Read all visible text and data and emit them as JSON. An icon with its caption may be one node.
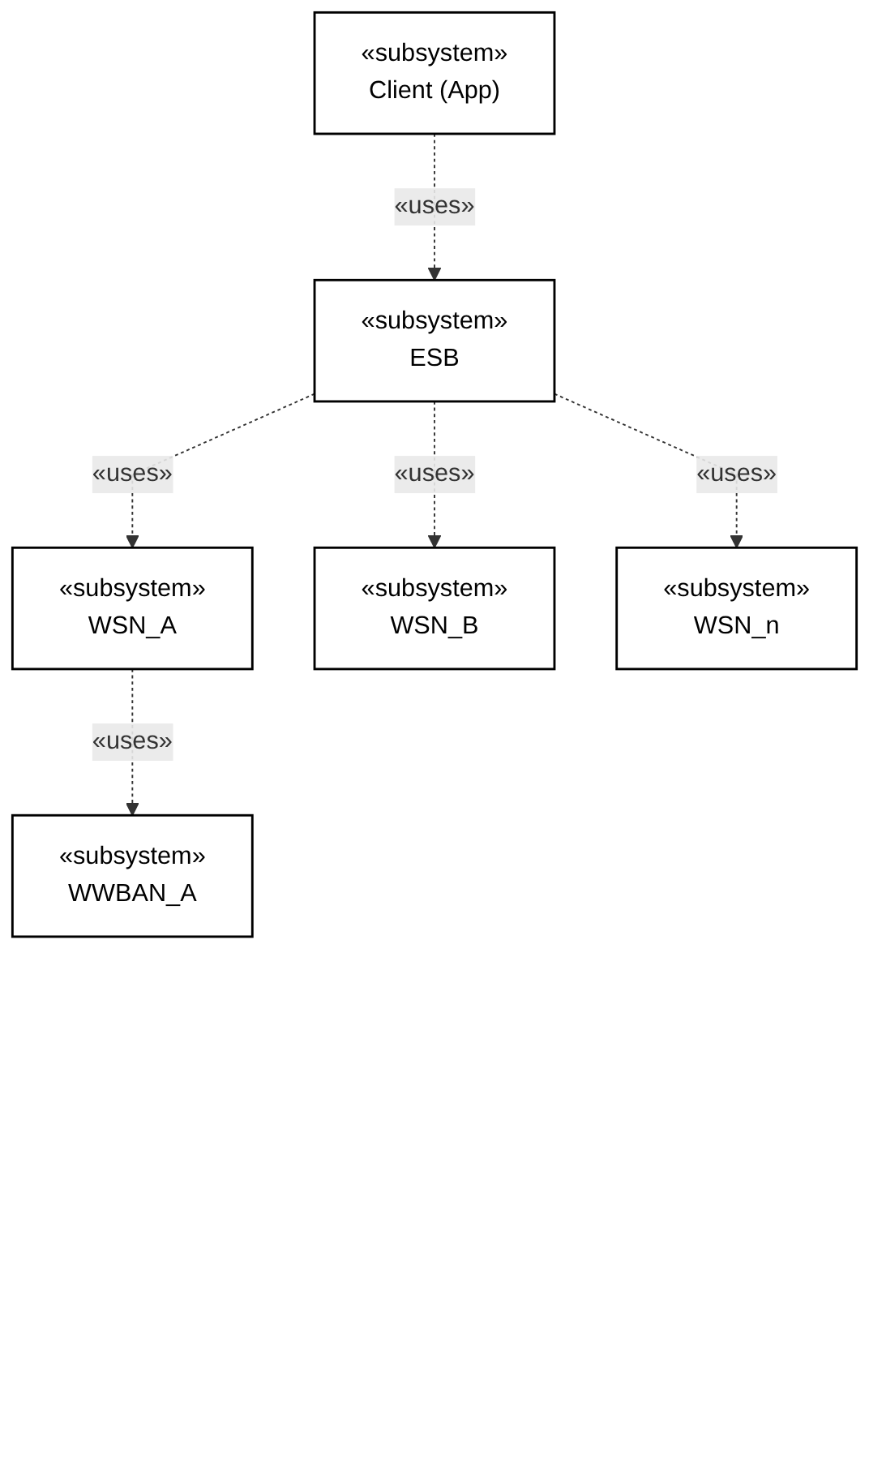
{
  "diagram": {
    "nodes": [
      {
        "text": [
          "«subsystem»",
          "Client (App)"
        ]
      },
      {
        "text": [
          "«subsystem»",
          "ESB"
        ]
      },
      {
        "text": [
          "«subsystem»",
          "WSN_A"
        ]
      },
      {
        "text": [
          "«subsystem»",
          "WSN_B"
        ]
      },
      {
        "text": [
          "«subsystem»",
          "WSN_n"
        ]
      },
      {
        "text": [
          "«subsystem»",
          "WWBAN_A"
        ]
      }
    ],
    "edges": [
      {
        "from": 0,
        "to": 1,
        "arrow": "to",
        "label": "«uses»",
        "style": "dashed"
      },
      {
        "from": 1,
        "to": 2,
        "arrow": "to",
        "label": "«uses»",
        "style": "dashed"
      },
      {
        "from": 1,
        "to": 3,
        "arrow": "to",
        "label": "«uses»",
        "style": "dashed"
      },
      {
        "from": 1,
        "to": 4,
        "arrow": "to",
        "label": "«uses»",
        "style": "dashed"
      },
      {
        "from": 2,
        "to": 5,
        "arrow": "to",
        "label": "«uses»",
        "style": "dashed"
      }
    ]
  }
}
